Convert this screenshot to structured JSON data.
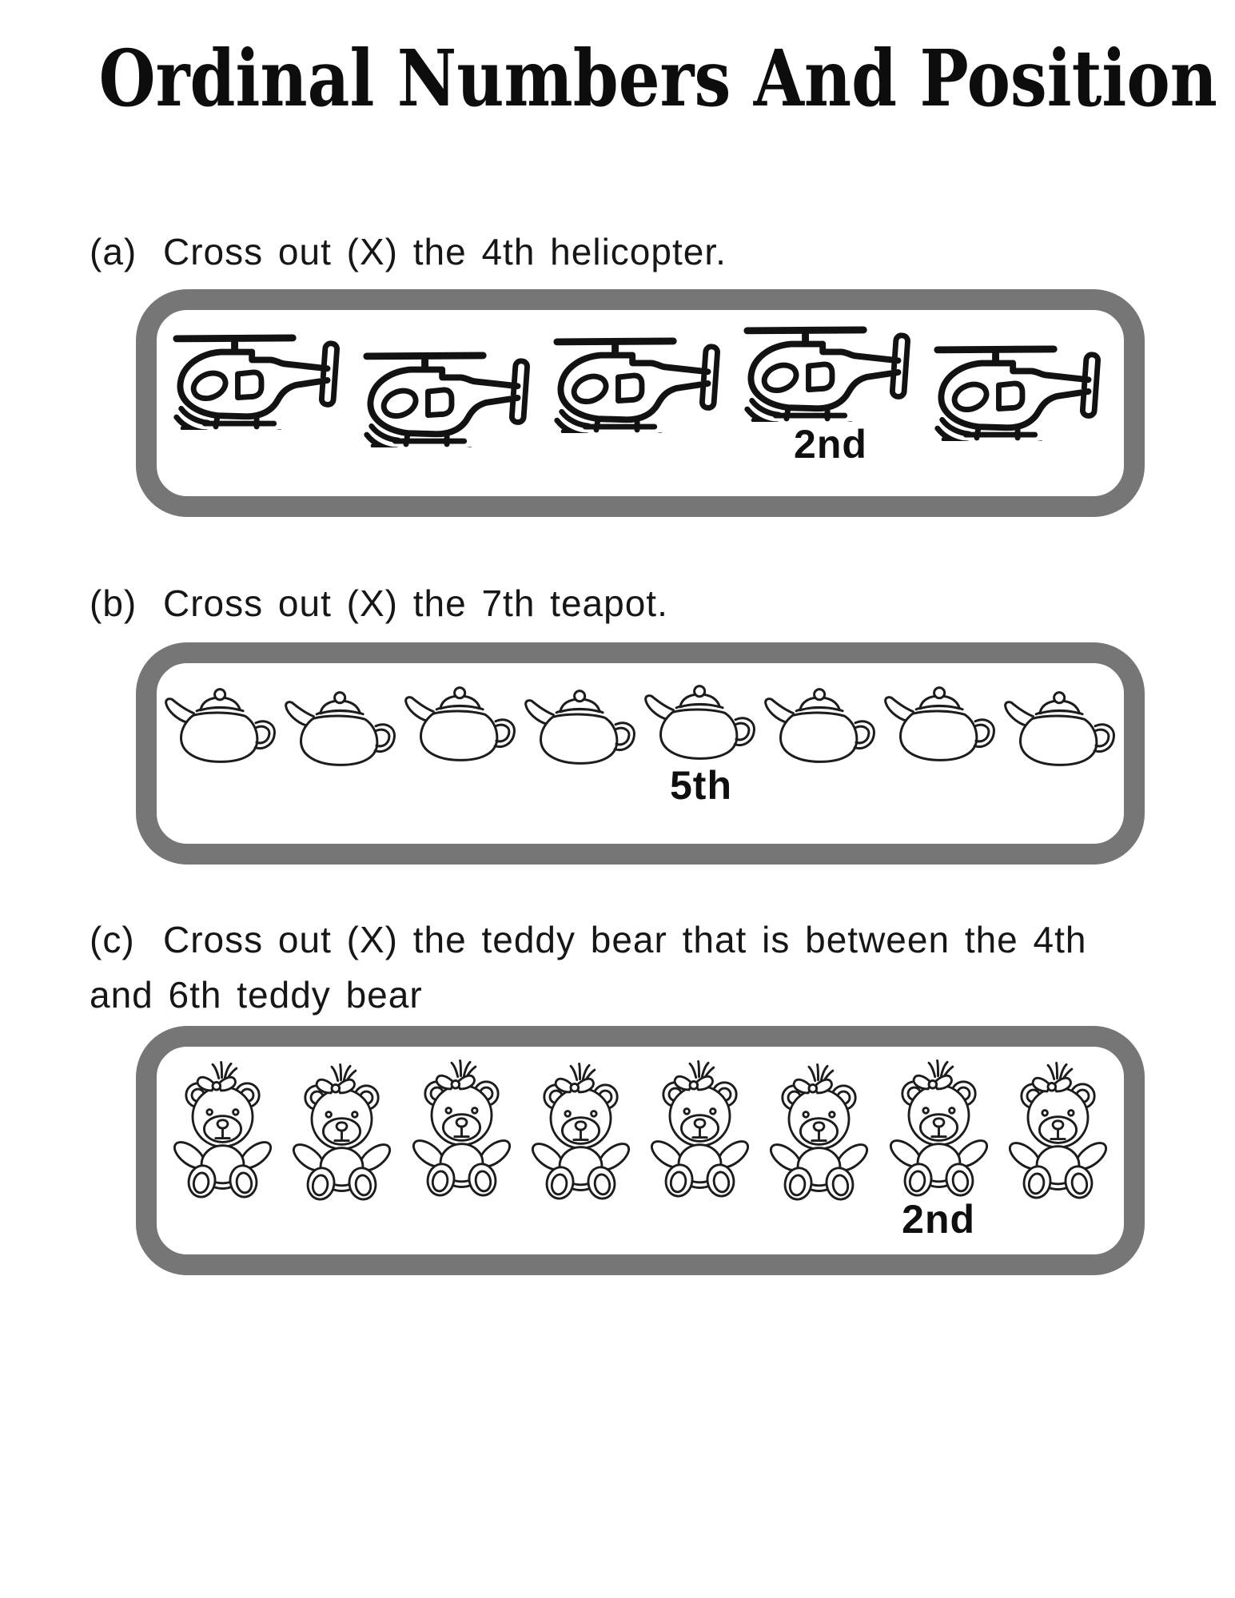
{
  "page": {
    "title": "Ordinal Numbers And Position"
  },
  "colors": {
    "frame_gray": "#767676",
    "ink_black": "#111111",
    "paper_white": "#ffffff"
  },
  "sections": [
    {
      "id": "a",
      "label": "(a)",
      "lines": [
        "Cross out (X) the 4th helicopter."
      ],
      "item_type": "helicopter",
      "item_count": 5,
      "marker": {
        "label": "2nd",
        "under_item": 4
      }
    },
    {
      "id": "b",
      "label": "(b)",
      "lines": [
        "Cross out (X) the 7th teapot."
      ],
      "item_type": "teapot",
      "item_count": 8,
      "marker": {
        "label": "5th",
        "under_item": 5
      }
    },
    {
      "id": "c",
      "label": "(c)",
      "lines": [
        "Cross out (X) the teddy bear that is between the 4th",
        "and 6th teddy bear"
      ],
      "item_type": "teddy-bear",
      "item_count": 8,
      "marker": {
        "label": "2nd",
        "under_item": 7
      }
    }
  ]
}
